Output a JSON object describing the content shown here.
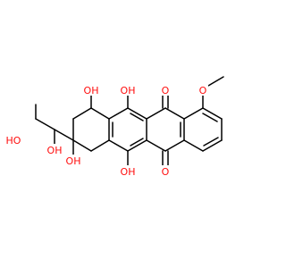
{
  "structure": {
    "colors": {
      "bond": "#000000",
      "oxygen": "#ff0d0d"
    },
    "atom_labels": {
      "chain_terminal_oh": "HO",
      "chain_secondary_oh": "OH",
      "tertiary_oh": "OH",
      "ring_a_top_oh": "OH",
      "ring_b_top_oh": "OH",
      "ring_b_bottom_oh": "OH",
      "quinone_top_o": "O",
      "quinone_bottom_o": "O",
      "methoxy_o": "O"
    }
  }
}
